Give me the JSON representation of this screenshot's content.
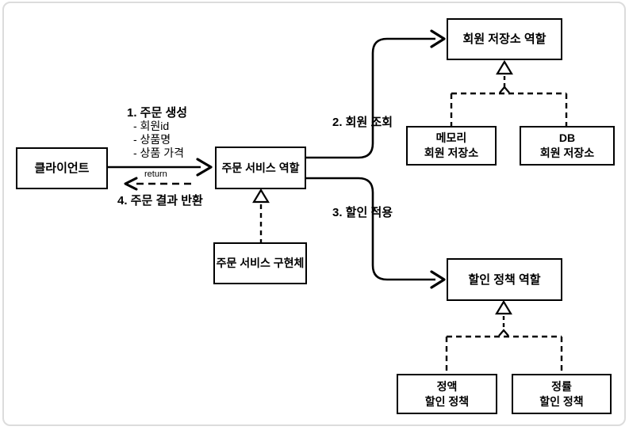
{
  "diagram": {
    "nodes": {
      "client": {
        "label": "클라이언트"
      },
      "order_service_role": {
        "label": "주문 서비스 역할"
      },
      "order_service_impl": {
        "label": "주문 서비스 구현체"
      },
      "member_repo_role": {
        "label": "회원 저장소 역할"
      },
      "memory_member_repo": {
        "line1": "메모리",
        "line2": "회원 저장소"
      },
      "db_member_repo": {
        "line1": "DB",
        "line2": "회원 저장소"
      },
      "discount_policy_role": {
        "label": "할인 정책 역할"
      },
      "fixed_discount_policy": {
        "line1": "정액",
        "line2": "할인 정책"
      },
      "rate_discount_policy": {
        "line1": "정률",
        "line2": "할인 정책"
      }
    },
    "edge_labels": {
      "step1_title": "1. 주문 생성",
      "step1_params": [
        "- 회원id",
        "- 상품명",
        "- 상품 가격"
      ],
      "step2": "2. 회원 조회",
      "step3": "3. 할인 적용",
      "step4": "4. 주문 결과 반환",
      "return_label": "return"
    },
    "colors": {
      "line": "#000000",
      "node_bg": "#ffffff",
      "node_border": "#000000",
      "frame_border": "#dcdcdc"
    }
  }
}
